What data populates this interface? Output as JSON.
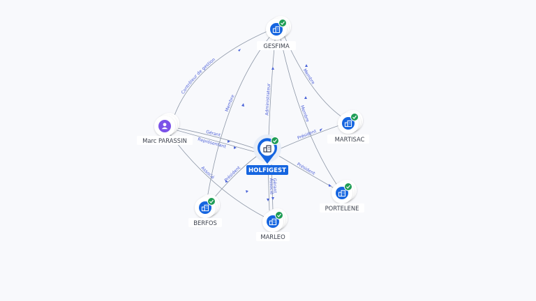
{
  "graph": {
    "center": {
      "label": "HOLFIGEST"
    },
    "nodes": {
      "gesfima": {
        "label": "GESFIMA"
      },
      "marc": {
        "label": "Marc PARASSIN"
      },
      "martisac": {
        "label": "MARTISAC"
      },
      "portelene": {
        "label": "PORTELENE"
      },
      "berfos": {
        "label": "BERFOS"
      },
      "marleo": {
        "label": "MARLEO"
      }
    },
    "edges": {
      "marc_gesfima": "Contrôleur de gestion",
      "marc_holfigest_gerant": "Gérant",
      "marc_holfigest_represent": "Représentant",
      "marc_marleo": "Associé",
      "berfos_gesfima": "Membre",
      "gesfima_holfigest": "Administrateur",
      "gesfima_martisac": "Membre",
      "gesfima_portelene": "Membre",
      "holfigest_martisac": "Président",
      "holfigest_portelene": "Président",
      "berfos_holfigest": "Président",
      "holfigest_marleo_gerant": "Gérant",
      "holfigest_marleo_associe": "Associé"
    }
  },
  "colors": {
    "company": "#1565e0",
    "person": "#7b52e8",
    "check": "#1f9d55",
    "edge": "#8c96a6",
    "edge_label": "#5063d8"
  },
  "icons": {
    "company": "building-icon",
    "person": "person-icon",
    "verified": "check-badge-icon"
  }
}
